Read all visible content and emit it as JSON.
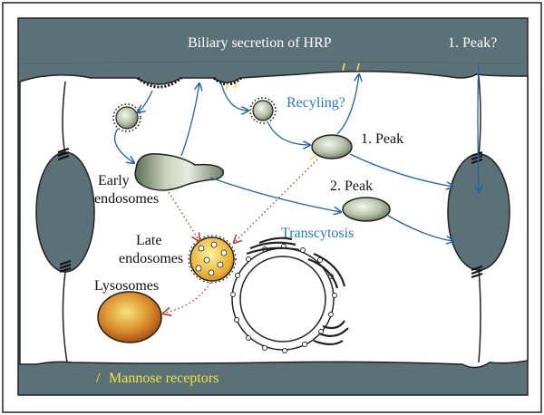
{
  "labels": {
    "biliary": "Biliary secretion of HRP",
    "peak_question": "1. Peak?",
    "recycling": "Recyling?",
    "peak1": "1. Peak",
    "peak2": "2. Peak",
    "early_line1": "Early",
    "early_line2": "endosomes",
    "late_line1": "Late",
    "late_line2": "endosomes",
    "lysosomes": "Lysosomes",
    "transcytosis": "Transcytosis",
    "legend_mark": "/",
    "legend_text": "Mannose receptors"
  },
  "colors": {
    "cell_wall": "#5b7178",
    "arrow_blue": "#1f63a8",
    "label_blue": "#2b79bd",
    "dotted_red": "#c0392b",
    "receptor_yellow": "#f0e040",
    "lysosome": "#c0702a",
    "late_endosome": "#f0d060"
  }
}
